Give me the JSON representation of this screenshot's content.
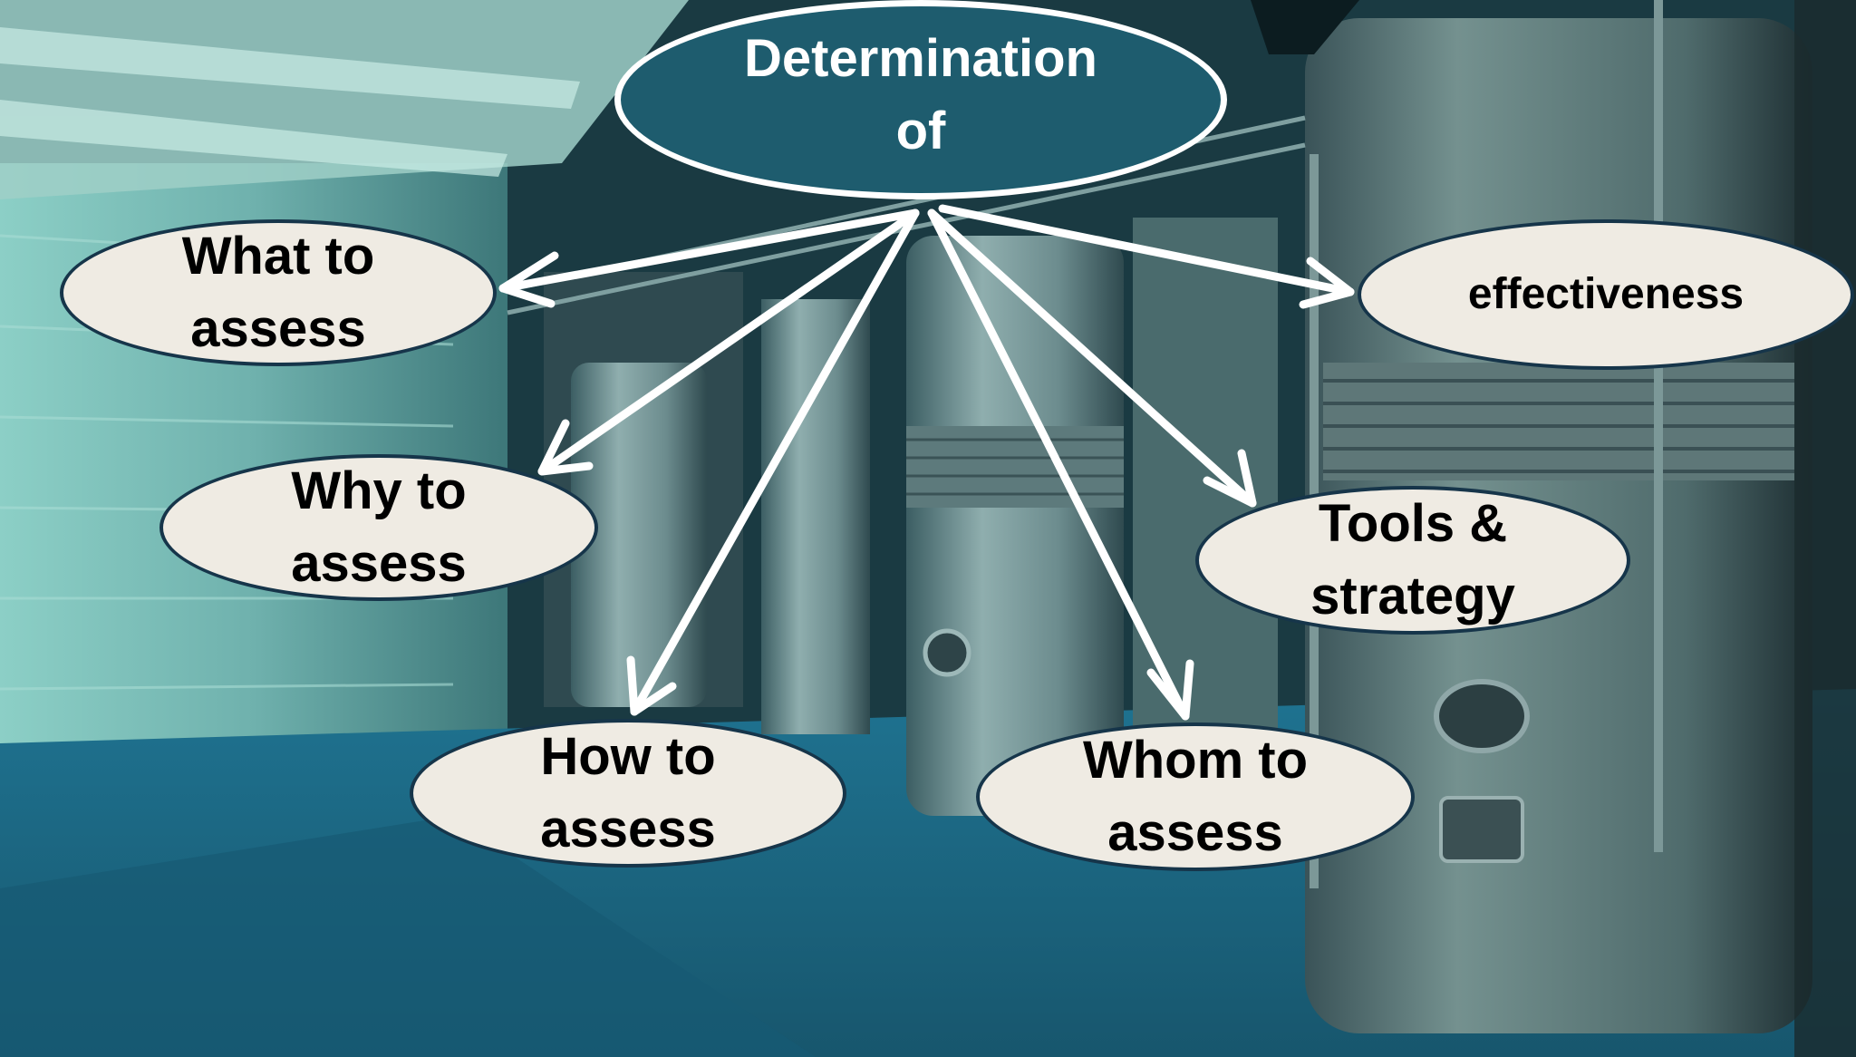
{
  "diagram": {
    "root": {
      "line1": "Determination",
      "line2": "of"
    },
    "nodes": {
      "what": {
        "line1": "What to",
        "line2": "assess"
      },
      "why": {
        "line1": "Why to",
        "line2": "assess"
      },
      "how": {
        "line1": "How to",
        "line2": "assess"
      },
      "whom": {
        "line1": "Whom to",
        "line2": "assess"
      },
      "tools": {
        "line1": "Tools &",
        "line2": "strategy"
      },
      "effectiveness": {
        "line1": "effectiveness"
      }
    },
    "edges": [
      {
        "from": "root",
        "to": "what"
      },
      {
        "from": "root",
        "to": "why"
      },
      {
        "from": "root",
        "to": "how"
      },
      {
        "from": "root",
        "to": "whom"
      },
      {
        "from": "root",
        "to": "tools"
      },
      {
        "from": "root",
        "to": "effectiveness"
      }
    ]
  },
  "colors": {
    "root_fill": "#1e5c6e",
    "node_fill": "#efebe3",
    "arrow": "#ffffff",
    "node_border": "#16354a",
    "floor": "#1d6886",
    "wall": "#5fa4a0"
  }
}
